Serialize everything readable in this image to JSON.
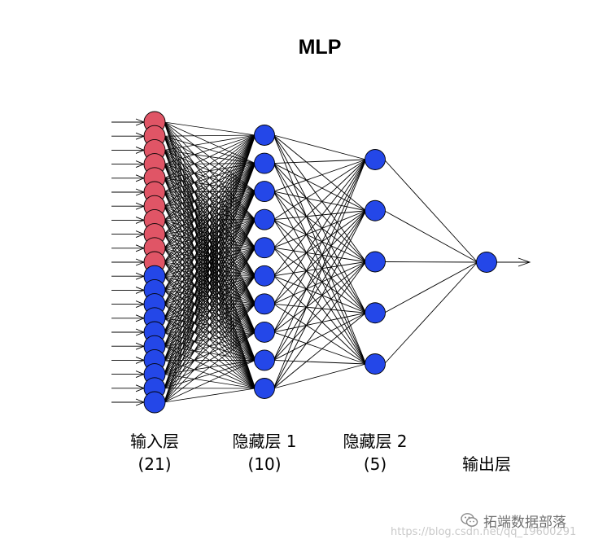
{
  "title": "MLP",
  "colors": {
    "input_upper": "#E05566",
    "input_lower": "#2447E8",
    "hidden": "#2447E8",
    "output": "#2447E8",
    "edge": "#000000"
  },
  "layers": [
    {
      "name": "输入层",
      "count_label": "(21)",
      "nodes": 21,
      "upper_color_count": 11
    },
    {
      "name": "隐藏层 1",
      "count_label": "(10)",
      "nodes": 10
    },
    {
      "name": "隐藏层 2",
      "count_label": "(5)",
      "nodes": 5
    },
    {
      "name": "输出层",
      "count_label": "",
      "nodes": 1
    }
  ],
  "watermark": {
    "brand": "拓端数据部落",
    "icon": "wechat-icon",
    "url": "https://blog.csdn.net/qq_19600291"
  }
}
